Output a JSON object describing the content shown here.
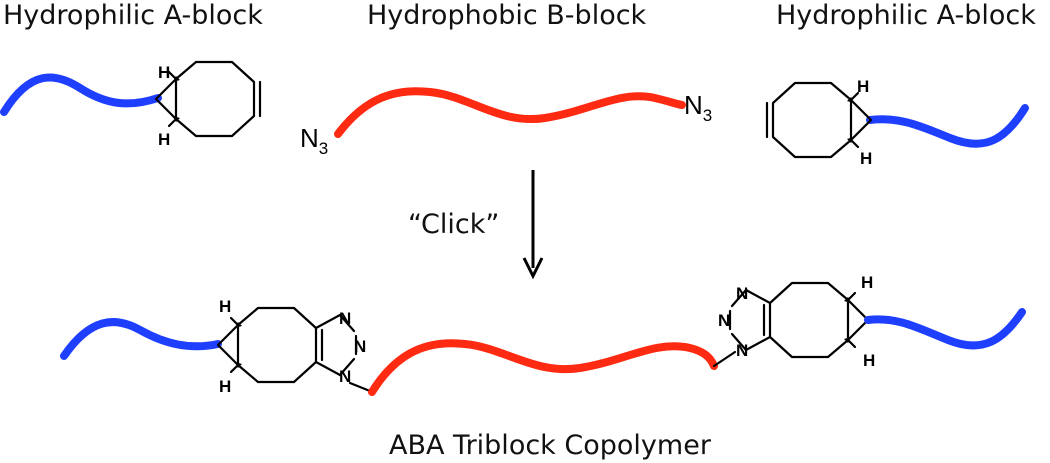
{
  "labels": {
    "a_block_left": "Hydrophilic A-block",
    "b_block": "Hydrophobic B-block",
    "a_block_right": "Hydrophilic A-block",
    "reaction": "“Click”",
    "product": "ABA Triblock Copolymer"
  },
  "atoms": {
    "hydrogen": "H",
    "nitrogen": "N",
    "azide_n": "N",
    "azide_sub": "3"
  },
  "colors": {
    "hydrophilic": "#1f3fff",
    "hydrophobic": "#ff2a12",
    "bonds": "#000000"
  }
}
